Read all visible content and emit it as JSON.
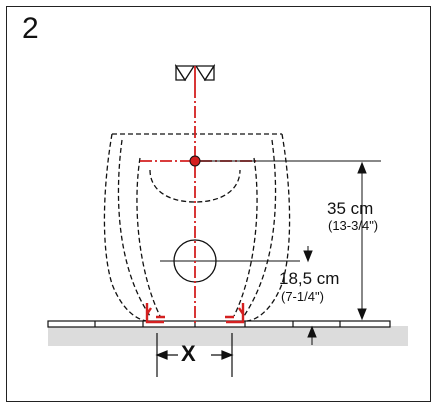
{
  "diagram": {
    "step_number": "2",
    "dimension_vertical_center": {
      "metric": "35 cm",
      "imperial": "(13-3/4\")"
    },
    "dimension_vertical_outlet": {
      "metric": "18,5 cm",
      "imperial": "(7-1/4\")"
    },
    "dimension_horizontal": {
      "label": "X"
    },
    "colors": {
      "line": "#111111",
      "centerline": "#d42020",
      "floor_fill": "#dcdcdc"
    },
    "icons": [
      "valve-symbol-icon",
      "mounting-bracket-icon"
    ]
  }
}
